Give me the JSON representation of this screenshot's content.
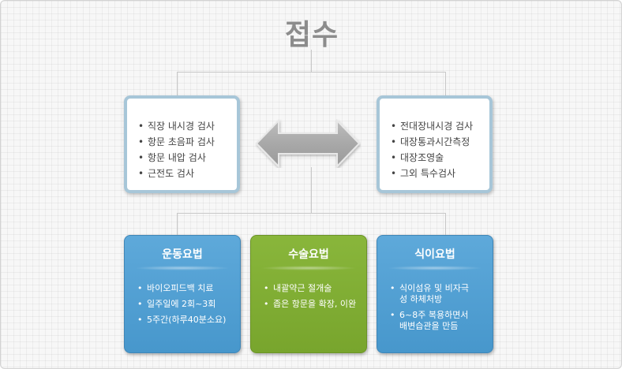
{
  "title": "접수",
  "colors": {
    "box_border": "#a7c6d8",
    "card_blue": "#4f9fd4",
    "card_green": "#80ad34",
    "arrow": "#a9a9a9",
    "title": "#8c8c8c"
  },
  "left_box": {
    "items": [
      "직장 내시경 검사",
      "항문 초음파 검사",
      "항문 내압 검사",
      "근전도 검사"
    ]
  },
  "right_box": {
    "items": [
      "전대장내시경 검사",
      "대장통과시간측정",
      "대장조영술",
      "그외 특수검사"
    ]
  },
  "cards": [
    {
      "title": "운동요법",
      "items": [
        "바이오피드백 치료",
        "일주일에 2회~3회",
        "5주간(하루40분소요)"
      ]
    },
    {
      "title": "수술요법",
      "items": [
        "내괄약근 절개술",
        "좁은 항문을 확장, 이완"
      ]
    },
    {
      "title": "식이요법",
      "items": [
        "식이섬유 및 비자극성 하체처방",
        "6~8주 복용하면서 배변습관을 만듬"
      ]
    }
  ],
  "bullet": "•"
}
